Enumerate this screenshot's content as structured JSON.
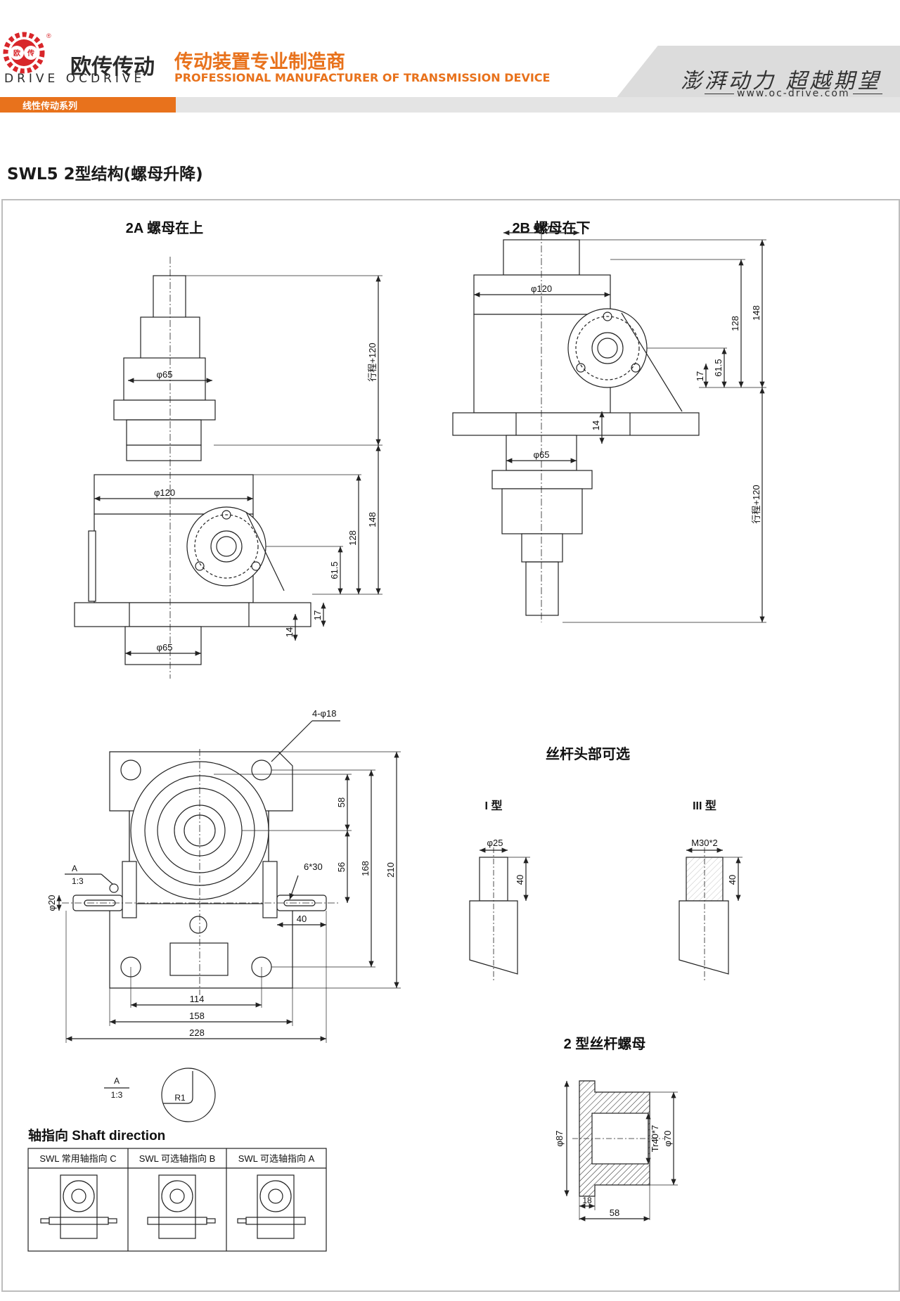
{
  "header": {
    "brand_cn": "欧传传动",
    "brand_en": "DRIVE OCDRIVE",
    "logo_chars": [
      "欧",
      "传"
    ],
    "slogan_cn": "传动装置专业制造商",
    "slogan_en": "PROFESSIONAL MANUFACTURER OF TRANSMISSION DEVICE",
    "motto": "澎湃动力 超越期望",
    "website": "www.oc-drive.com",
    "series": "线性传动系列",
    "accent_color": "#e8721c"
  },
  "page_title": "SWL5  2型结构(螺母升降)",
  "views": {
    "view_2a": {
      "title": "2A 螺母在上",
      "dims": {
        "d65_top": "φ65",
        "d120": "φ120",
        "d65_bottom": "φ65",
        "stroke": "行程+120",
        "h148": "148",
        "h128": "128",
        "h61_5": "61.5",
        "h17": "17",
        "h14": "14"
      }
    },
    "view_2b": {
      "title": "2B 螺母在下",
      "dims": {
        "d65_top": "φ65",
        "d120": "φ120",
        "d65_bottom": "φ65",
        "stroke": "行程+120",
        "h148": "148",
        "h128": "128",
        "h61_5": "61.5",
        "h17": "17",
        "h14": "14"
      }
    },
    "plan_view": {
      "holes": "4-φ18",
      "detail_a": "A",
      "detail_scale": "1:3",
      "shaft_dia": "φ20",
      "key": "6*30",
      "shaft_len": "40",
      "h58": "58",
      "h56": "56",
      "h168": "168",
      "h210": "210",
      "w114": "114",
      "w158": "158",
      "w228": "228"
    },
    "detail_view": {
      "label": "A",
      "scale": "1:3",
      "radius": "R1"
    },
    "screw_heads": {
      "title": "丝杆头部可选",
      "type1": {
        "label": "I 型",
        "dia": "φ25",
        "len": "40"
      },
      "type3": {
        "label": "III 型",
        "thread": "M30*2",
        "len": "40"
      }
    },
    "nut": {
      "title": "2 型丝杆螺母",
      "outer_dia": "φ87",
      "thread": "Tr40*7",
      "inner_dia": "φ70",
      "flange": "18",
      "length": "58"
    },
    "shaft_direction": {
      "title": "轴指向  Shaft direction",
      "options": [
        "SWL 常用轴指向 C",
        "SWL 可选轴指向 B",
        "SWL 可选轴指向 A"
      ]
    }
  }
}
